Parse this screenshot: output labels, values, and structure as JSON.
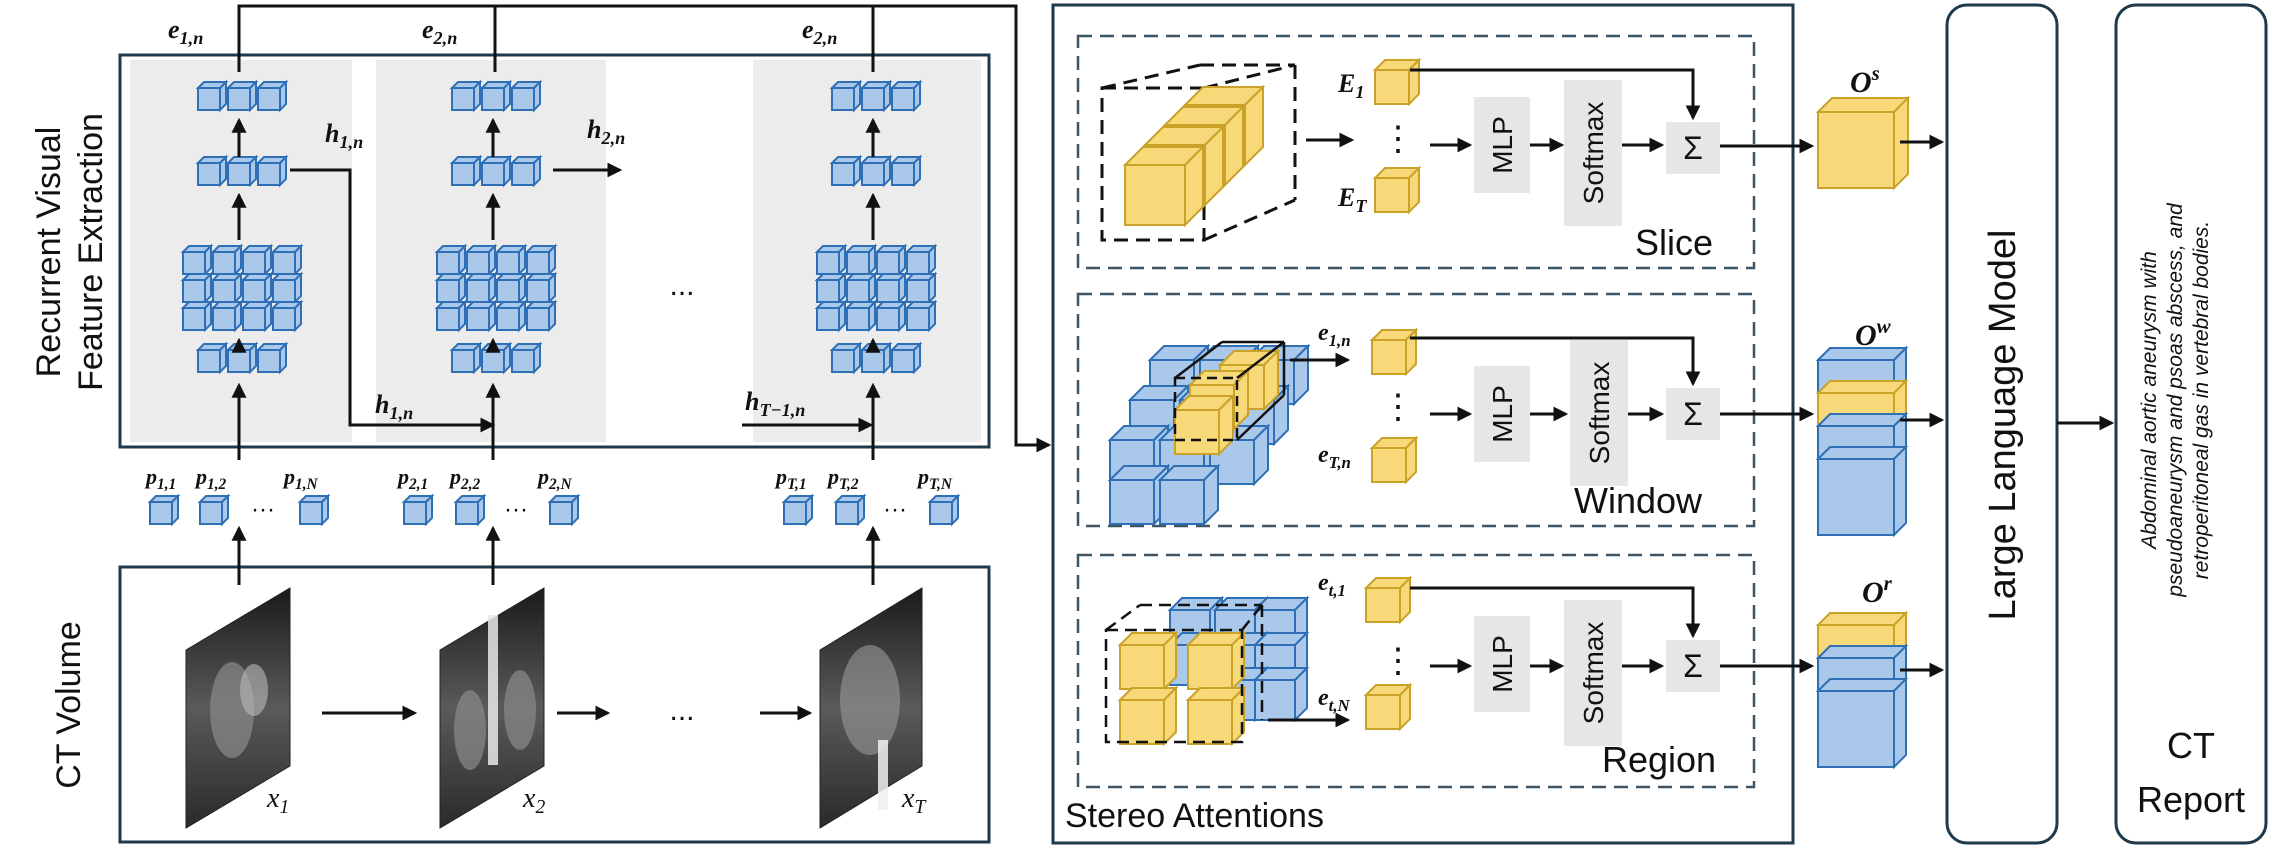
{
  "left": {
    "rve_title_1": "Recurrent Visual",
    "rve_title_2": "Feature Extraction",
    "ct_volume_title": "CT Volume",
    "dots": "...",
    "dots_small": "···",
    "cols": [
      {
        "e_base": "e",
        "e_sub": "1,n",
        "h_right_base": "h",
        "h_right_sub": "1,n",
        "x_base": "x",
        "x_sub": "1",
        "p_first_base": "p",
        "p_first_sub": "1,1",
        "p_second_base": "p",
        "p_second_sub": "1,2",
        "p_last_base": "p",
        "p_last_sub": "1,N"
      },
      {
        "e_base": "e",
        "e_sub": "2,n",
        "h_right_base": "h",
        "h_right_sub": "2,n",
        "h_in_base": "h",
        "h_in_sub": "1,n",
        "x_base": "x",
        "x_sub": "2",
        "p_first_base": "p",
        "p_first_sub": "2,1",
        "p_second_base": "p",
        "p_second_sub": "2,2",
        "p_last_base": "p",
        "p_last_sub": "2,N"
      },
      {
        "e_base": "e",
        "e_sub": "2,n",
        "h_in_base": "h",
        "h_in_sub": "T−1,n",
        "x_base": "x",
        "x_sub": "T",
        "p_first_base": "p",
        "p_first_sub": "T,1",
        "p_second_base": "p",
        "p_second_sub": "T,2",
        "p_last_base": "p",
        "p_last_sub": "T,N"
      }
    ]
  },
  "stereo": {
    "title": "Stereo Attentions",
    "mlp": "MLP",
    "softmax": "Softmax",
    "sum": "Σ",
    "vdots": "⋮",
    "rows": [
      {
        "name": "Slice",
        "top_base": "E",
        "top_sub": "1",
        "bot_base": "E",
        "bot_sub": "T",
        "out_base": "O",
        "out_sup": "s"
      },
      {
        "name": "Window",
        "top_base": "e",
        "top_sub": "1,n",
        "bot_base": "e",
        "bot_sub": "T,n",
        "out_base": "O",
        "out_sup": "w"
      },
      {
        "name": "Region",
        "top_base": "e",
        "top_sub": "t,1",
        "bot_base": "e",
        "bot_sub": "t,N",
        "out_base": "O",
        "out_sup": "r"
      }
    ]
  },
  "llm": {
    "label": "Large Language Model"
  },
  "report": {
    "text_1": "Abdominal aortic aneurysm with",
    "text_2": "pseudoaneurysm and psoas abscess, and",
    "text_3": "retroperitoneal gas in vertebral bodies.",
    "label_1": "CT",
    "label_2": "Report"
  },
  "colors": {
    "blue_face": "#a9c8ea",
    "blue_edge": "#2e6fb5",
    "yellow_face": "#f8d97a",
    "yellow_edge": "#c9a227",
    "panel_gray": "#ececec",
    "box_border": "#1f3a4d",
    "dash_border": "#3e5566"
  }
}
